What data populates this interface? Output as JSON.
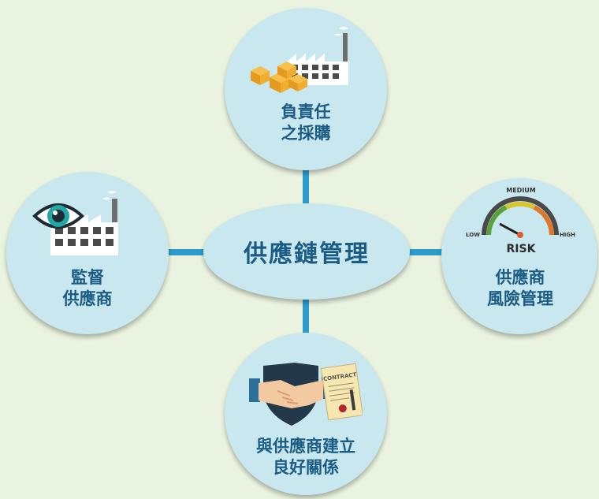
{
  "center": {
    "title": "供應鏈管理"
  },
  "nodes": {
    "top": {
      "line1": "負責任",
      "line2": "之採購"
    },
    "left": {
      "line1": "監督",
      "line2": "供應商"
    },
    "right": {
      "line1": "供應商",
      "line2": "風險管理"
    },
    "bottom": {
      "line1": "與供應商建立",
      "line2": "良好關係"
    }
  },
  "icons": {
    "top": "factory-with-boxes-icon",
    "left": "eye-factory-icon",
    "right": "risk-gauge-icon",
    "bottom": "handshake-contract-icon"
  },
  "risk_meter": {
    "low": "LOW",
    "medium": "MEDIUM",
    "high": "HIGH",
    "label": "RISK"
  },
  "contract": {
    "title": "CONTRACT"
  },
  "colors": {
    "background": "#e9f3df",
    "circle_fill": "#c9e7ef",
    "connector": "#2d9ccd",
    "text": "#1b5c84"
  }
}
